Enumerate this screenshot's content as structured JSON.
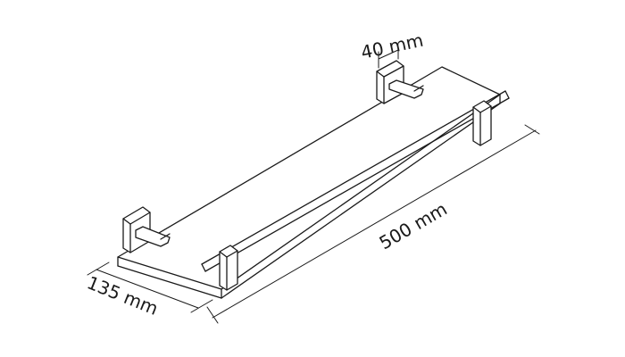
{
  "dimensions": {
    "depth": "135 mm",
    "length": "500 mm",
    "bracket_width": "40 mm"
  },
  "colors": {
    "line": "#1a1a1a",
    "background": "#ffffff"
  }
}
